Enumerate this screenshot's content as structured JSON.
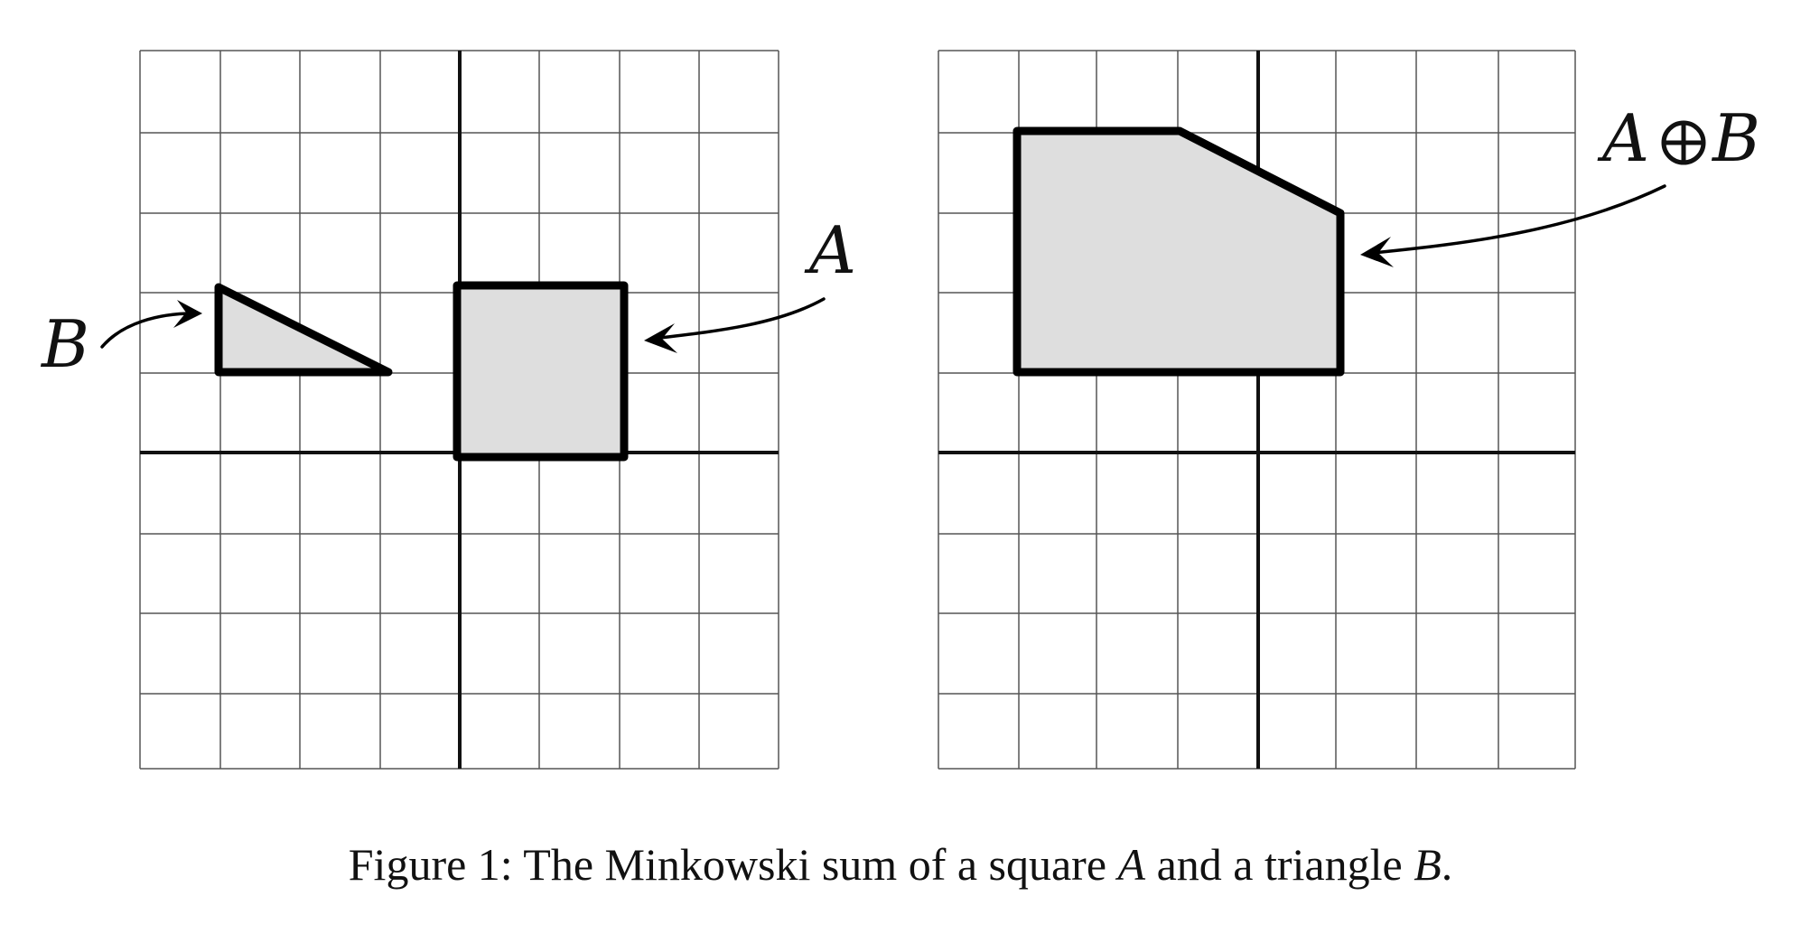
{
  "caption": {
    "prefix": "Figure 1:",
    "text_1": "The Minkowski sum of a square",
    "symbol_a": "A",
    "text_2": "and a triangle",
    "symbol_b": "B",
    "text_3": "."
  },
  "panels": [
    {
      "id": "left",
      "labels": {
        "square": "A",
        "triangle": "B"
      },
      "shapes": {
        "square_A": [
          [
            0,
            0
          ],
          [
            2,
            0
          ],
          [
            2,
            2
          ],
          [
            0,
            2
          ]
        ],
        "triangle_B": [
          [
            -3,
            1
          ],
          [
            -3,
            2
          ],
          [
            -1,
            1
          ]
        ]
      }
    },
    {
      "id": "right",
      "labels": {
        "sum_left": "A",
        "sum_operator": "⊕",
        "sum_right": "B"
      },
      "shapes": {
        "minkowski_sum": [
          [
            -3,
            1
          ],
          [
            1,
            1
          ],
          [
            1,
            3
          ],
          [
            -1,
            4
          ],
          [
            -3,
            4
          ]
        ]
      }
    }
  ],
  "grid": {
    "x_range": [
      -4,
      4
    ],
    "y_range": [
      -4,
      5
    ],
    "step": 1
  },
  "colors": {
    "fill": "#dedede",
    "stroke": "#000000",
    "grid": "#555555"
  }
}
